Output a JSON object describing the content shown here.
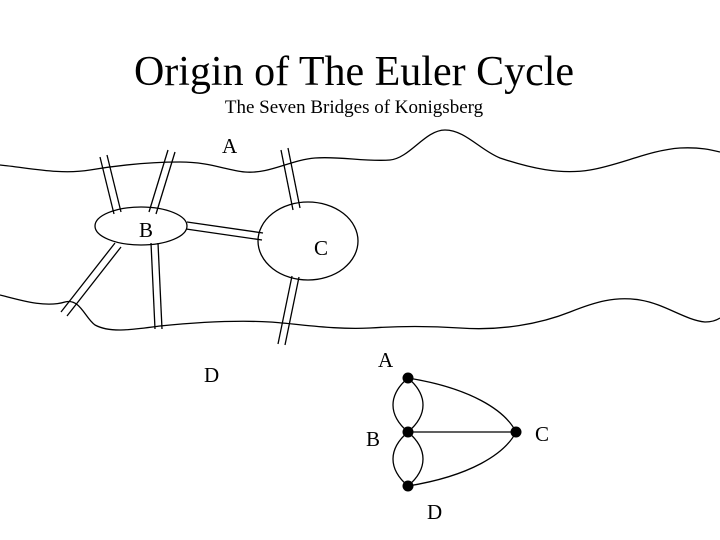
{
  "slide": {
    "title": "Origin of The Euler Cycle",
    "subtitle": "The Seven Bridges of Konigsberg"
  },
  "map": {
    "labels": {
      "a": "A",
      "b": "B",
      "c": "C",
      "d": "D"
    }
  },
  "graph": {
    "labels": {
      "a": "A",
      "b": "B",
      "c": "C",
      "d": "D"
    },
    "edges": [
      [
        "A",
        "B"
      ],
      [
        "A",
        "B"
      ],
      [
        "B",
        "D"
      ],
      [
        "B",
        "D"
      ],
      [
        "A",
        "C"
      ],
      [
        "B",
        "C"
      ],
      [
        "D",
        "C"
      ]
    ]
  }
}
